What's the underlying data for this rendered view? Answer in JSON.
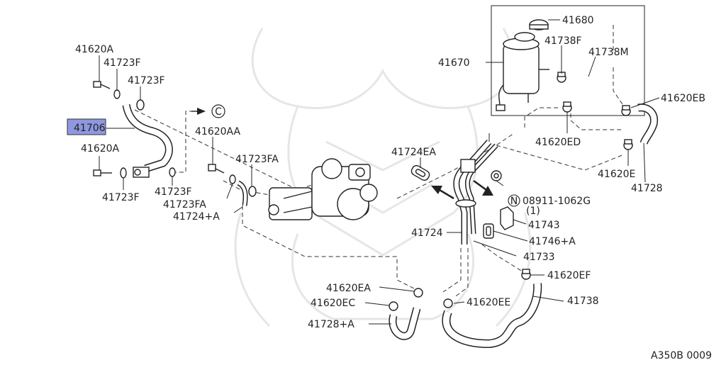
{
  "diagram_id": "A350B 0009",
  "highlight_color": "#8f97df",
  "connector_symbol": "C",
  "labels": {
    "p41620A_top": "41620A",
    "p41723F_a": "41723F",
    "p41723F_b": "41723F",
    "p41706": "41706",
    "p41620A_mid": "41620A",
    "p41723F_c": "41723F",
    "p41723F_d": "41723F",
    "p41620AA": "41620AA",
    "p41723FA_a": "41723FA",
    "p41723FA_b": "41723FA",
    "p41724A": "41724+A",
    "p41724EA": "41724EA",
    "p41724": "41724",
    "p41670": "41670",
    "p41680": "41680",
    "p41738F": "41738F",
    "p41738M": "41738M",
    "p41620EB": "41620EB",
    "p41620ED": "41620ED",
    "p41620E": "41620E",
    "p41728": "41728",
    "nut_code": "08911-1062G",
    "nut_qty": "(1)",
    "nut_symbol": "N",
    "p41743": "41743",
    "p41746A": "41746+A",
    "p41733": "41733",
    "p41620EF": "41620EF",
    "p41620EA": "41620EA",
    "p41620EC": "41620EC",
    "p41620EE": "41620EE",
    "p41738": "41738",
    "p41728A": "41728+A"
  }
}
